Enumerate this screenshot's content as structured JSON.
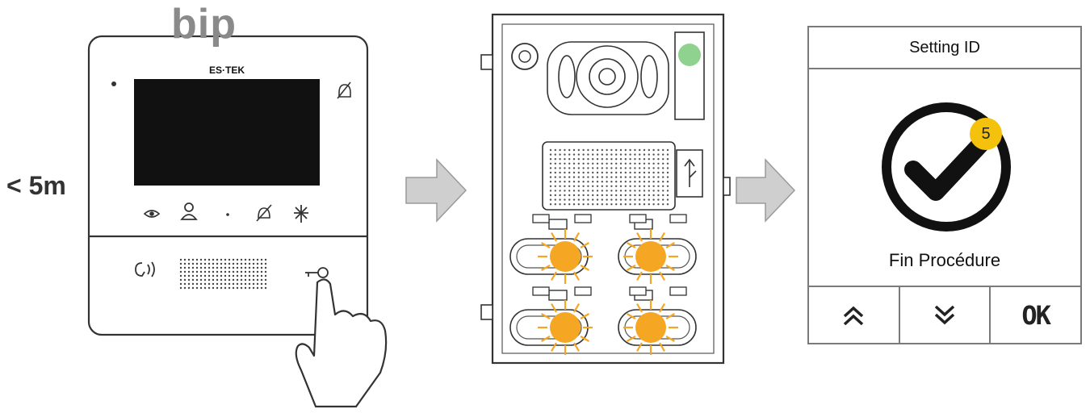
{
  "monitor": {
    "sound_label": "bip",
    "distance_label": "< 5m",
    "brand": "ES·TEK"
  },
  "setting_screen": {
    "title": "Setting ID",
    "badge_count": "5",
    "message": "Fin Procédure",
    "buttons": {
      "up_icon": "double-chevron-up-icon",
      "down_icon": "double-chevron-down-icon",
      "ok_label": "OK"
    }
  },
  "colors": {
    "led_orange": "#f5a623",
    "led_green": "#8fd18f",
    "badge_yellow": "#f4c20d",
    "arrow_grey": "#cfcfcf"
  }
}
